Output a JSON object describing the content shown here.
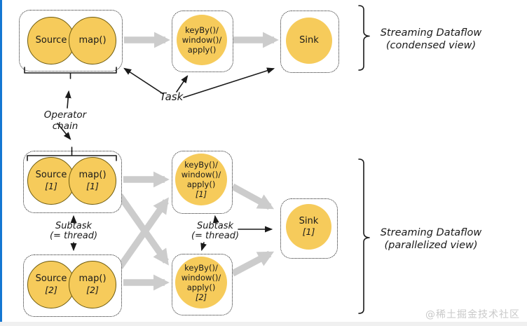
{
  "colors": {
    "node_fill": "#F6CB5B",
    "node_stroke": "#6e5b0e",
    "flow_arrow": "#cccccc",
    "ink": "#1a1a1a",
    "accent_bar": "#1577d2",
    "watermark": "#c9c9c9"
  },
  "condensed_view": {
    "source": "Source",
    "map": "map()",
    "keyby": [
      "keyBy()/",
      "window()/",
      "apply()"
    ],
    "sink": "Sink",
    "caption": [
      "Streaming Dataflow",
      "(condensed view)"
    ]
  },
  "parallelized_view": {
    "source1": {
      "name": "Source",
      "index": "[1]"
    },
    "map1": {
      "name": "map()",
      "index": "[1]"
    },
    "source2": {
      "name": "Source",
      "index": "[2]"
    },
    "map2": {
      "name": "map()",
      "index": "[2]"
    },
    "keyby1": {
      "lines": [
        "keyBy()/",
        "window()/",
        "apply()"
      ],
      "index": "[1]"
    },
    "keyby2": {
      "lines": [
        "keyBy()/",
        "window()/",
        "apply()"
      ],
      "index": "[2]"
    },
    "sink1": {
      "name": "Sink",
      "index": "[1]"
    },
    "caption": [
      "Streaming Dataflow",
      "(parallelized view)"
    ]
  },
  "annotations": {
    "task": "Task",
    "operator_chain": "Operator chain",
    "subtask_left": [
      "Subtask",
      "(= thread)"
    ],
    "subtask_right": [
      "Subtask",
      "(= thread)"
    ]
  },
  "watermark": "@稀土掘金技术社区"
}
